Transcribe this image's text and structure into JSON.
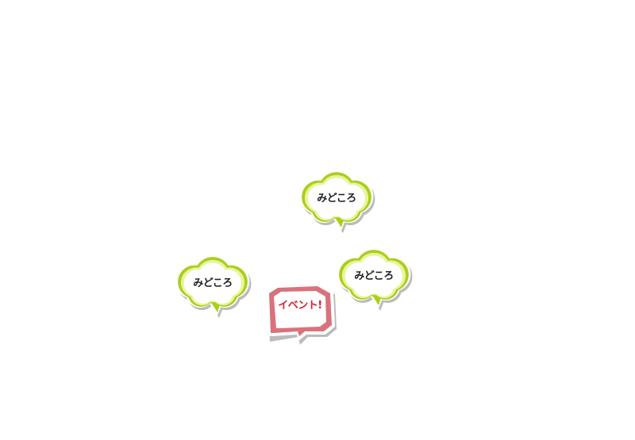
{
  "markers": [
    {
      "type": "spot",
      "label": "みどころ"
    },
    {
      "type": "spot",
      "label": "みどころ"
    },
    {
      "type": "spot",
      "label": "みどころ"
    },
    {
      "type": "event",
      "label": "イベント!"
    }
  ],
  "colors": {
    "spot_border": "#a9cf1c",
    "spot_inner": "#e9f49a",
    "event_border": "#d9727c",
    "event_text": "#d8202e"
  }
}
